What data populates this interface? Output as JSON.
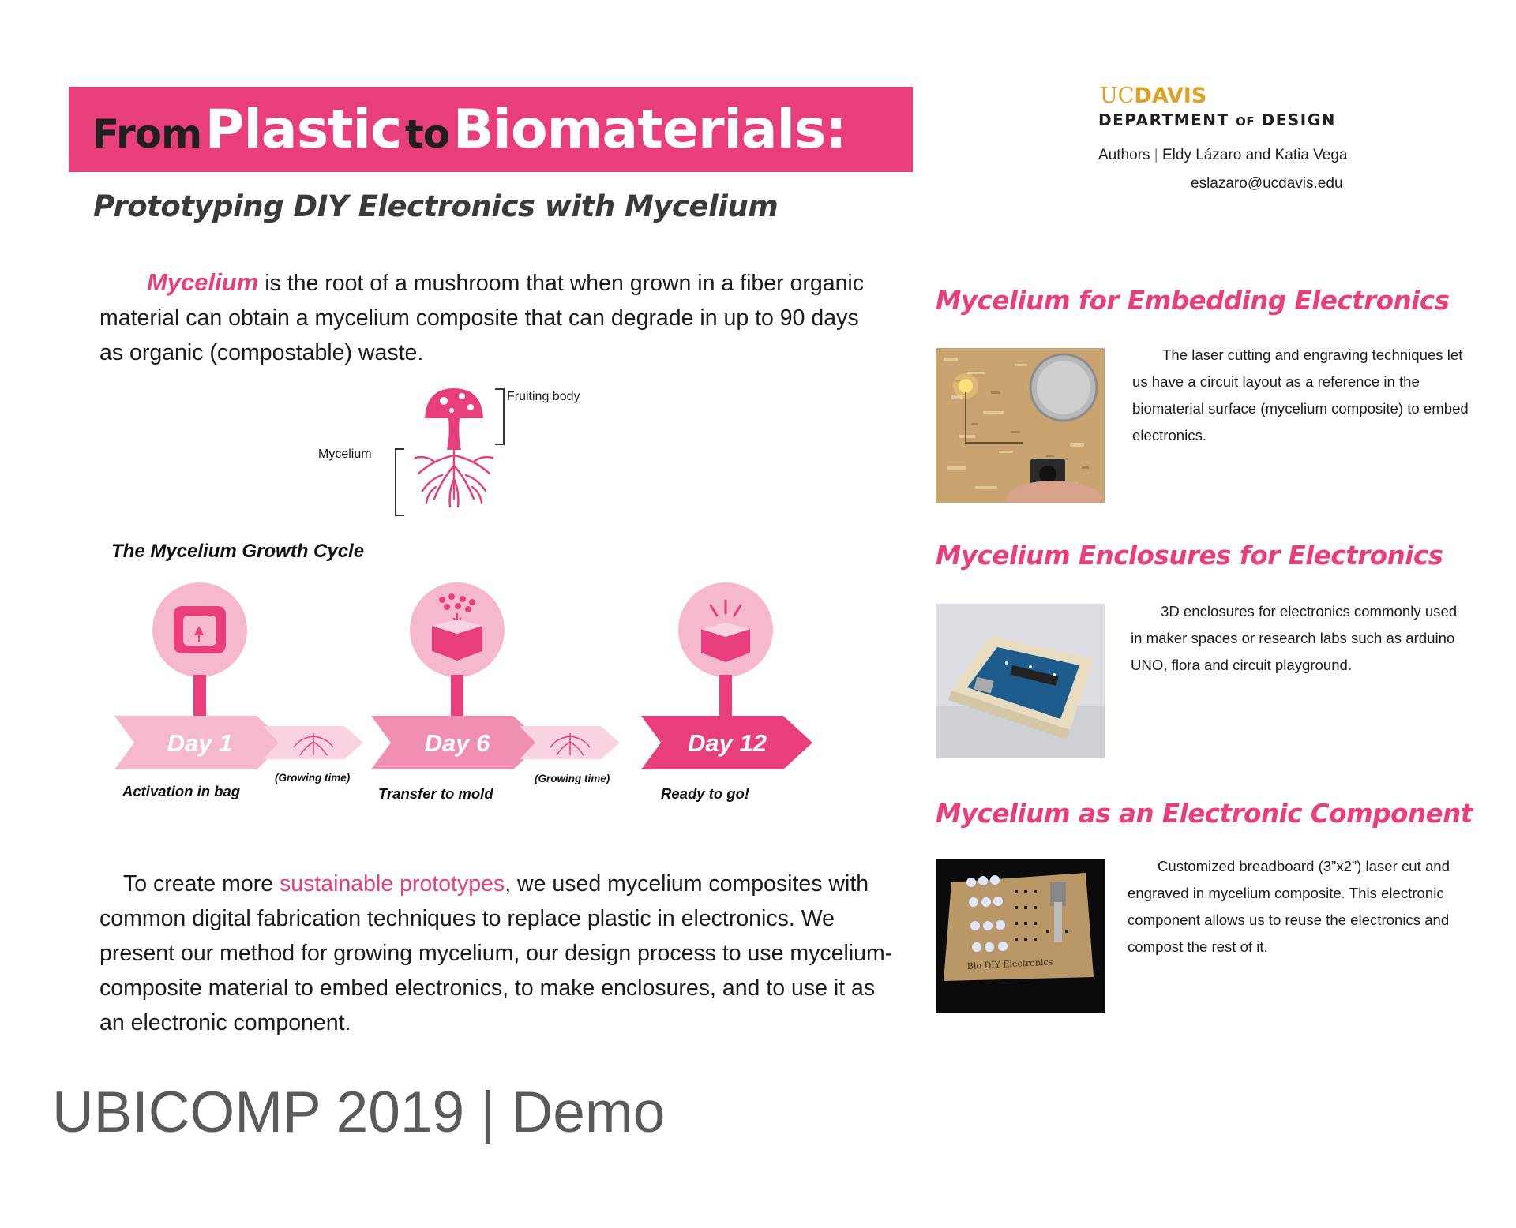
{
  "header": {
    "title_from": "From",
    "title_plastic": "Plastic",
    "title_to": "to",
    "title_biomaterials": "Biomaterials:",
    "subtitle": "Prototyping DIY Electronics with Mycelium"
  },
  "institution": {
    "logo_uc": "UC",
    "logo_davis": "DAVIS",
    "dept_prefix": "DEPARTMENT",
    "dept_of": "OF",
    "dept_suffix": "DESIGN",
    "authors_label": "Authors",
    "authors_names": "Eldy Lázaro and Katia Vega",
    "email": "eslazaro@ucdavis.edu"
  },
  "intro": {
    "term": "Mycelium",
    "text": " is the root of a mushroom that when grown in a fiber organic material can obtain a mycelium composite that can degrade in up to 90 days as organic (compostable) waste."
  },
  "diagram": {
    "fruiting_label": "Fruiting body",
    "mycelium_label": "Mycelium"
  },
  "growth_cycle": {
    "title": "The Mycelium Growth Cycle",
    "days": [
      {
        "label": "Day 1",
        "caption": "Activation in bag"
      },
      {
        "label": "Day 6",
        "caption": "Transfer to mold"
      },
      {
        "label": "Day 12",
        "caption": "Ready to go!"
      }
    ],
    "growing_labels": [
      "(Growing time)",
      "(Growing time)"
    ]
  },
  "summary": {
    "before": "To create more ",
    "highlight": "sustainable prototypes",
    "after": ", we used mycelium composites with common digital fabrication techniques to replace plastic in electronics. We present our method for growing mycelium, our design process to use mycelium-composite material to embed electronics, to make enclosures, and to use it as an electronic component."
  },
  "sections": [
    {
      "title": "Mycelium for Embedding Electronics",
      "text": "The laser cutting and engraving techniques let us have a circuit layout as a reference in the biomaterial surface (mycelium composite) to embed electronics."
    },
    {
      "title": "Mycelium Enclosures for Electronics",
      "text": "3D enclosures for electronics commonly used in maker spaces or research labs such as arduino UNO, flora and circuit playground."
    },
    {
      "title": "Mycelium as an Electronic Component",
      "text": "Customized breadboard  (3”x2”) laser cut and engraved in mycelium composite. This electronic component allows us to reuse the electronics and compost the rest of it.",
      "photo_label": "Bio DIY Electronics"
    }
  ],
  "footer": {
    "text": "UBICOMP 2019 | Demo"
  },
  "colors": {
    "accent_pink": "#e83e7c",
    "light_pink": "#f6b8cd",
    "gold": "#dba225"
  }
}
